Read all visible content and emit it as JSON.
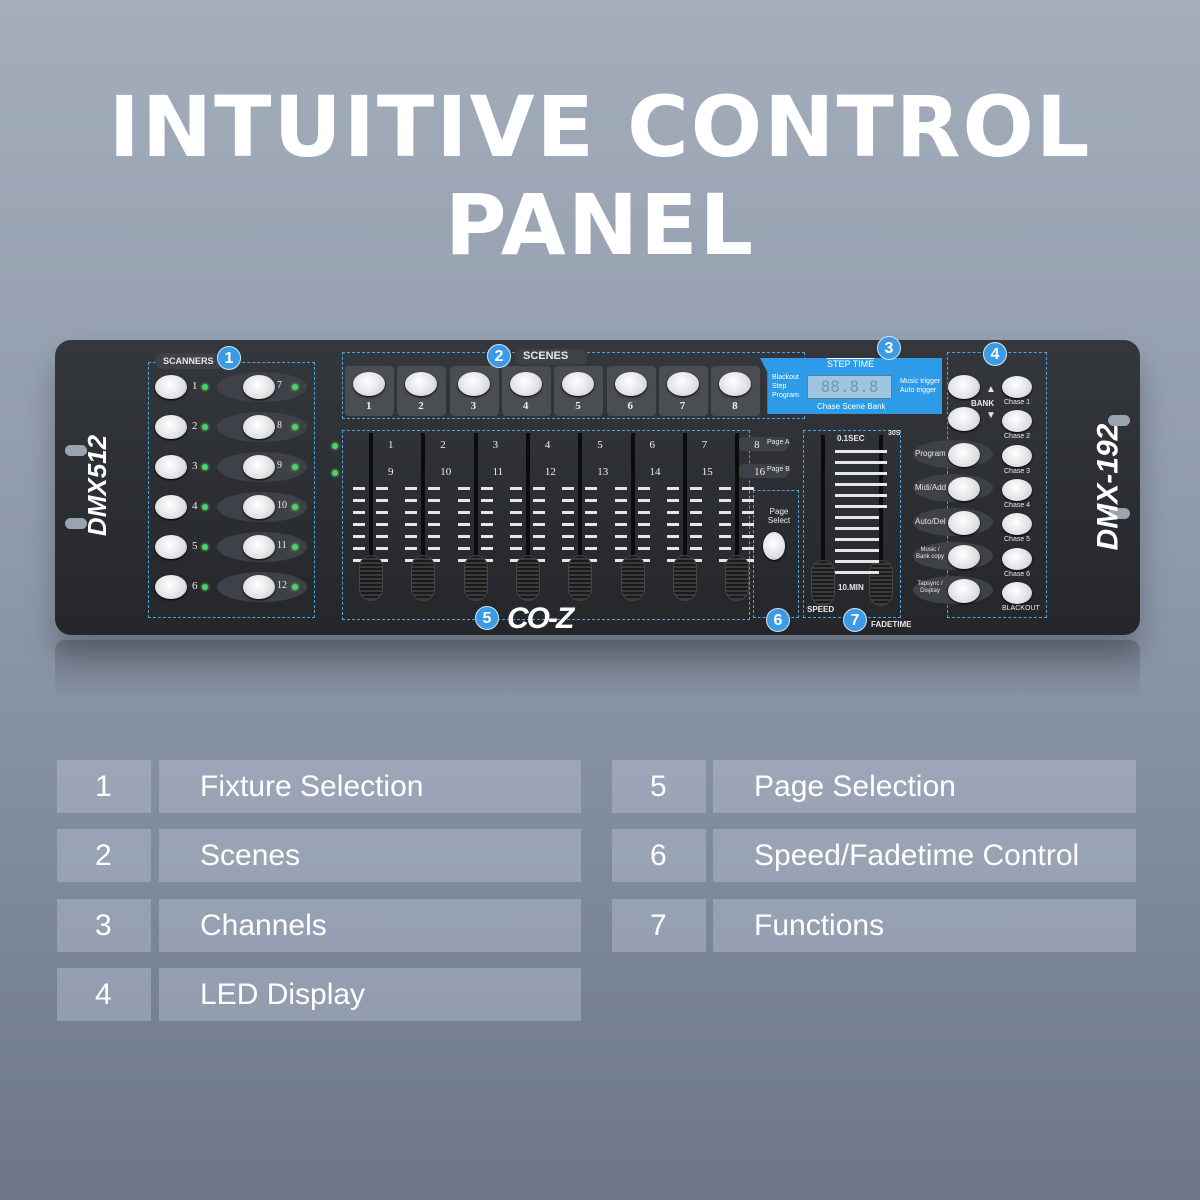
{
  "title": "INTUITIVE CONTROL PANEL",
  "device": {
    "left_brand": "DMX512",
    "right_brand": "DMX-192",
    "logo": "CO-Z",
    "scanners_label": "SCANNERS",
    "scenes_label": "SCENES",
    "scanner_numbers": [
      "1",
      "2",
      "3",
      "4",
      "5",
      "6",
      "7",
      "8",
      "9",
      "10",
      "11",
      "12"
    ],
    "scene_numbers": [
      "1",
      "2",
      "3",
      "4",
      "5",
      "6",
      "7",
      "8"
    ],
    "channel_numbers_top": [
      "1",
      "2",
      "3",
      "4",
      "5",
      "6",
      "7",
      "8"
    ],
    "channel_numbers_bottom": [
      "9",
      "10",
      "11",
      "12",
      "13",
      "14",
      "15",
      "16"
    ],
    "page_a": "Page A",
    "page_b": "Page B",
    "page_select": "Page Select",
    "display": {
      "step_time": "STEP TIME",
      "left_labels": [
        "Blackout",
        "Step",
        "Program"
      ],
      "right_labels": [
        "Music trigger",
        "Auto trigger"
      ],
      "readout": "88.8.8",
      "bottom": "Chase Scene Bank"
    },
    "speed": {
      "top": "0.1SEC",
      "top_right": "30S",
      "bottom": "10.MIN",
      "speed_label": "SPEED",
      "fade_label": "FADETIME"
    },
    "functions_left": [
      "Program",
      "Midi/Add",
      "Auto/Del",
      "Music / Bank copy",
      "Tapsync / Display"
    ],
    "bank_label": "BANK",
    "chase_labels": [
      "Chase 1",
      "Chase 2",
      "Chase 3",
      "Chase 4",
      "Chase 5",
      "Chase 6",
      "BLACKOUT"
    ],
    "accent_color": "#3d9be6",
    "badges": [
      "1",
      "2",
      "3",
      "4",
      "5",
      "6",
      "7"
    ]
  },
  "legend": {
    "left": [
      {
        "num": "1",
        "label": "Fixture Selection"
      },
      {
        "num": "2",
        "label": "Scenes"
      },
      {
        "num": "3",
        "label": "Channels"
      },
      {
        "num": "4",
        "label": "LED Display"
      }
    ],
    "right": [
      {
        "num": "5",
        "label": "Page Selection"
      },
      {
        "num": "6",
        "label": "Speed/Fadetime Control"
      },
      {
        "num": "7",
        "label": "Functions"
      }
    ]
  }
}
